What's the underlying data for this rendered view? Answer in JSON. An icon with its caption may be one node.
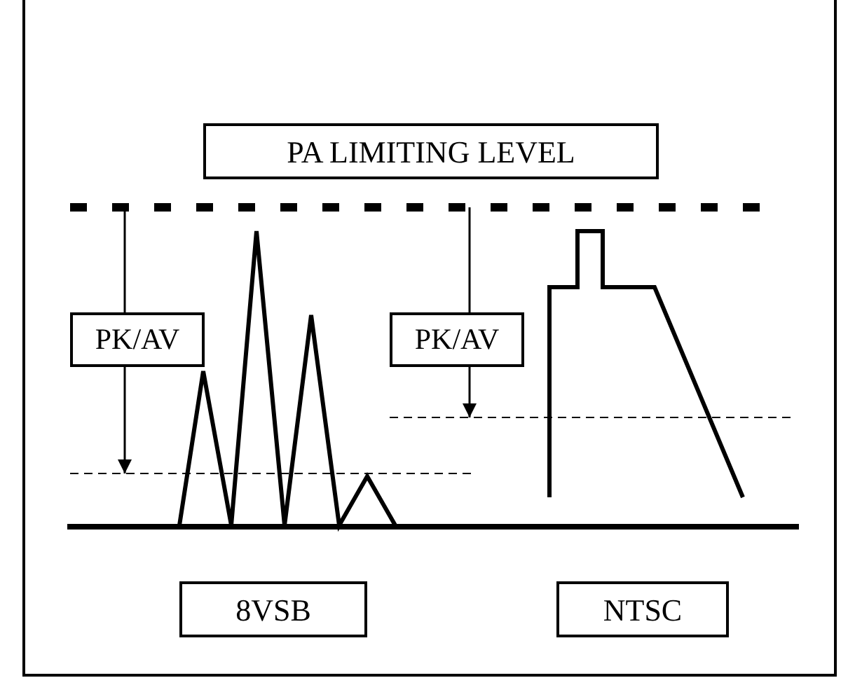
{
  "diagram": {
    "nodes": [
      {
        "text": [
          "PA LIMITING LEVEL"
        ]
      },
      {
        "text": [
          "PK/AV"
        ]
      },
      {
        "text": [
          "PK/AV"
        ]
      },
      {
        "text": [
          "8VSB"
        ]
      },
      {
        "text": [
          "NTSC"
        ]
      }
    ]
  }
}
